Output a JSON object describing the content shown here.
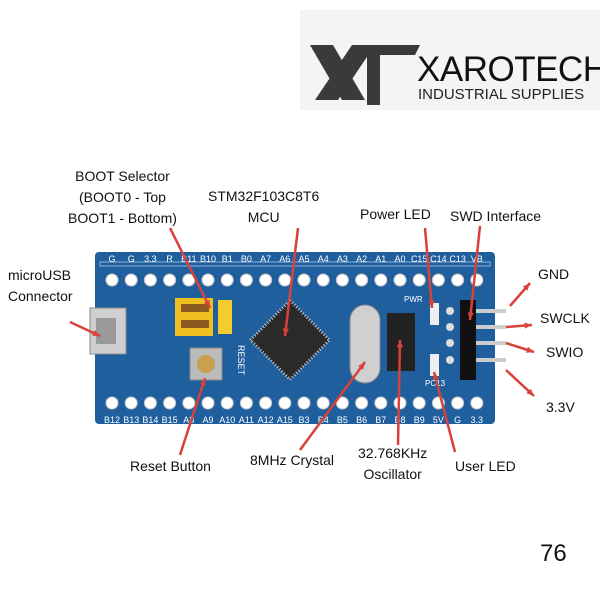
{
  "logo": {
    "mark": "XT",
    "name": "XAROTECH",
    "tagline": "INDUSTRIAL SUPPLIES"
  },
  "labels": {
    "boot_selector": [
      "BOOT Selector",
      "(BOOT0 - Top",
      "BOOT1 - Bottom)"
    ],
    "mcu": [
      "STM32F103C8T6",
      "MCU"
    ],
    "power_led": "Power LED",
    "swd": "SWD Interface",
    "microusb": [
      "microUSB",
      "Connector"
    ],
    "gnd": "GND",
    "swclk": "SWCLK",
    "swio": "SWIO",
    "v33": "3.3V",
    "reset": "Reset Button",
    "crystal": "8MHz Crystal",
    "oscillator": [
      "32.768KHz",
      "Oscillator"
    ],
    "user_led": "User LED"
  },
  "board": {
    "top_pins": [
      "G",
      "G",
      "3.3",
      "R",
      "B11",
      "B10",
      "B1",
      "B0",
      "A7",
      "A6",
      "A5",
      "A4",
      "A3",
      "A2",
      "A1",
      "A0",
      "C15",
      "C14",
      "C13",
      "VB"
    ],
    "bottom_pins": [
      "B12",
      "B13",
      "B14",
      "B15",
      "A8",
      "A9",
      "A10",
      "A11",
      "A12",
      "A15",
      "B3",
      "B4",
      "B5",
      "B6",
      "B7",
      "B8",
      "B9",
      "5V",
      "G",
      "3.3"
    ],
    "silk_reset": "RESET",
    "silk_pwr": "PWR",
    "silk_pc13": "PC13",
    "color": "#1f5f9e",
    "arrow_color": "#d8423a"
  },
  "page_number": "76"
}
